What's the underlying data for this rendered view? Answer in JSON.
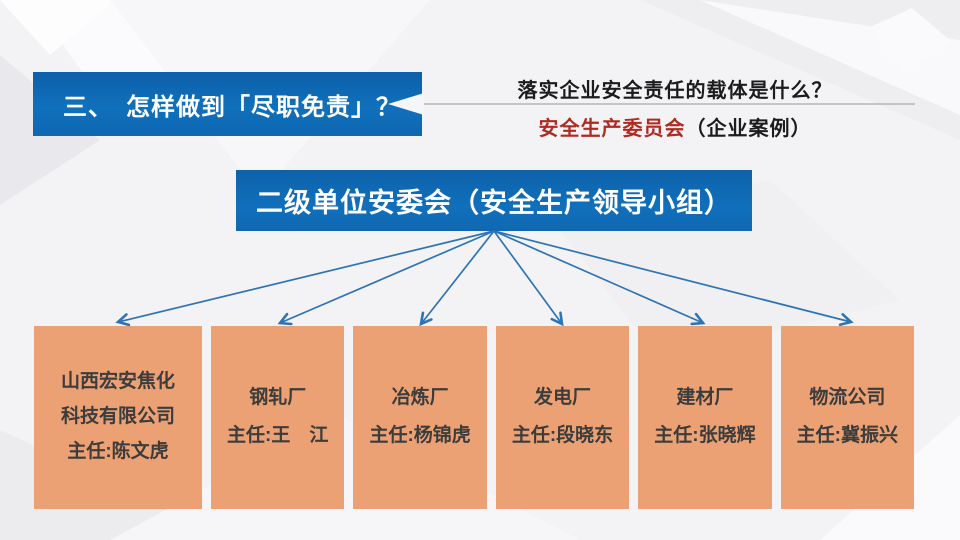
{
  "slide": {
    "title_banner": {
      "label": "三、　怎样做到「尽职免责」？"
    },
    "header_right": {
      "question": "落实企业安全责任的载体是什么？",
      "answer_highlight": "安全生产委员会",
      "answer_rest": "（企业案例）"
    },
    "org_chart": {
      "root": {
        "label": "二级单位安委会（安全生产领导小组）"
      },
      "units": [
        {
          "lines": [
            "山西宏安焦化",
            "科技有限公司",
            "主任:陈文虎"
          ]
        },
        {
          "lines": [
            "钢轧厂",
            "主任:王　江"
          ]
        },
        {
          "lines": [
            "冶炼厂",
            "主任:杨锦虎"
          ]
        },
        {
          "lines": [
            "发电厂",
            "主任:段晓东"
          ]
        },
        {
          "lines": [
            "建材厂",
            "主任:张晓辉"
          ]
        },
        {
          "lines": [
            "物流公司",
            "主任:冀振兴"
          ]
        }
      ]
    },
    "colors": {
      "banner_blue": "#0f68b2",
      "box_orange": "#eba173",
      "arrow_blue": "#2e74b4",
      "accent_red": "#b02a20",
      "divider_gray": "#a9a9ae"
    }
  }
}
